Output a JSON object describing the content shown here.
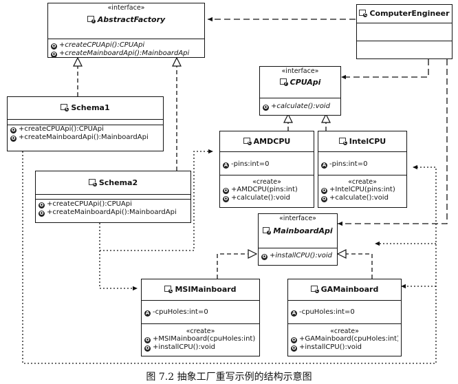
{
  "classes": {
    "abstract_factory": {
      "stereotype": "«interface»",
      "name": "AbstractFactory",
      "methods": [
        "+createCPUApi():CPUApi",
        "+createMainboardApi():MainboardApi"
      ]
    },
    "computer_engineer": {
      "name": "ComputerEngineer"
    },
    "cpu_api": {
      "stereotype": "«interface»",
      "name": "CPUApi",
      "methods": [
        "+calculate():void"
      ]
    },
    "schema1": {
      "name": "Schema1",
      "methods": [
        "+createCPUApi():CPUApi",
        "+createMainboardApi():MainboardApi"
      ]
    },
    "amd_cpu": {
      "name": "AMDCPU",
      "fields": [
        "-pins:int=0"
      ],
      "ctor_label": "«create»",
      "methods": [
        "+AMDCPU(pins:int)",
        "+calculate():void"
      ]
    },
    "intel_cpu": {
      "name": "IntelCPU",
      "fields": [
        "-pins:int=0"
      ],
      "ctor_label": "«create»",
      "methods": [
        "+IntelCPU(pins:int)",
        "+calculate():void"
      ]
    },
    "schema2": {
      "name": "Schema2",
      "methods": [
        "+createCPUApi():CPUApi",
        "+createMainboardApi():MainboardApi"
      ]
    },
    "mainboard_api": {
      "stereotype": "«interface»",
      "name": "MainboardApi",
      "methods": [
        "+installCPU():void"
      ]
    },
    "msi_mainboard": {
      "name": "MSIMainboard",
      "fields": [
        "-cpuHoles:int=0"
      ],
      "ctor_label": "«create»",
      "methods": [
        "+MSIMainboard(cpuHoles:int)",
        "+installCPU():void"
      ]
    },
    "ga_mainboard": {
      "name": "GAMainboard",
      "fields": [
        "-cpuHoles:int=0"
      ],
      "ctor_label": "«create»",
      "methods": [
        "+GAMainboard(cpuHoles:int)",
        "+installCPU():void"
      ]
    }
  },
  "member_marker": "O",
  "field_marker": "A",
  "class_marker": "C",
  "interface_marker": "I",
  "caption": "图 7.2    抽象工厂重写示例的结构示意图"
}
